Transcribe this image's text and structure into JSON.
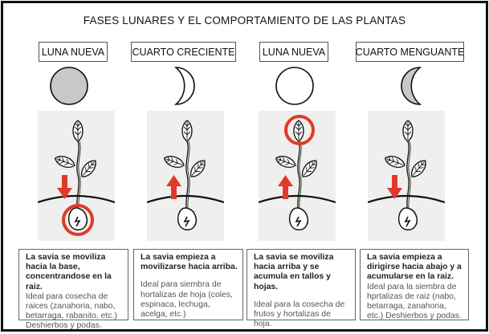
{
  "title": "FASES LUNARES Y EL COMPORTAMIENTO DE LAS PLANTAS",
  "phases": [
    {
      "label": "LUNA NUEVA",
      "moon": "full-gray",
      "arrow": "down",
      "highlight": "root",
      "bold": "La savia se moviliza hacia la base, concentrandose en la raiz.",
      "text": "Ideal para cosecha de raices (zanahoria, nabo, betarraga, rabanito, etc.) Deshierbos y podas."
    },
    {
      "label": "CUARTO CRECIENTE",
      "moon": "crescent-right",
      "arrow": "up",
      "highlight": "none",
      "bold": "La savia empieza a movilizarse hacia arriba.",
      "text": "Ideal para siembra de hortalizas de hoja (coles, espinaca, lechuga, acelga, etc.)"
    },
    {
      "label": "LUNA NUEVA",
      "moon": "full-white",
      "arrow": "up",
      "highlight": "top",
      "bold": "La savia se moviliza hacia arriba y se acumula en tallos y hojas.",
      "text": "Ideal para la cosecha de frutos y hortalizas de hoja."
    },
    {
      "label": "CUARTO MENGUANTE",
      "moon": "crescent-left-gray",
      "arrow": "down",
      "highlight": "none",
      "bold": "La savia empieza a dirigirse hacia abajo y a acumularse en la raiz.",
      "text": "Ideal para la siembra de hprtalizas de raiz (nabo, betarraga, zanahoria, etc.) Deshierbos y podas."
    }
  ],
  "colors": {
    "accent": "#e03a2a",
    "moon_gray": "#c8c8c8",
    "panel": "#efefed"
  }
}
